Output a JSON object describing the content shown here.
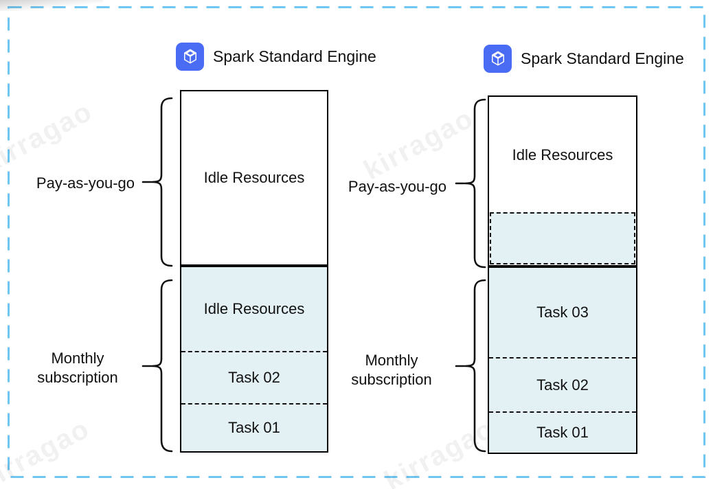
{
  "watermark": {
    "text": "kirragao"
  },
  "colors": {
    "frame_dash": "#6fc6f0",
    "icon_blue": "#4a6cf5",
    "box_fill_light": "#e3f1f4",
    "outline": "#000000"
  },
  "left_engine": {
    "title": "Spark Standard Engine",
    "payg": {
      "label": "Pay-as-you-go",
      "box_label": "Idle Resources"
    },
    "monthly": {
      "label_lines": [
        "Monthly",
        "subscription"
      ],
      "segments": [
        "Idle Resources",
        "Task 02",
        "Task 01"
      ]
    }
  },
  "right_engine": {
    "title": "Spark Standard Engine",
    "payg": {
      "label": "Pay-as-you-go",
      "box_label": "Idle Resources"
    },
    "monthly": {
      "label_lines": [
        "Monthly",
        "subscription"
      ],
      "segments": [
        "Task 03",
        "Task 02",
        "Task 01"
      ]
    }
  }
}
